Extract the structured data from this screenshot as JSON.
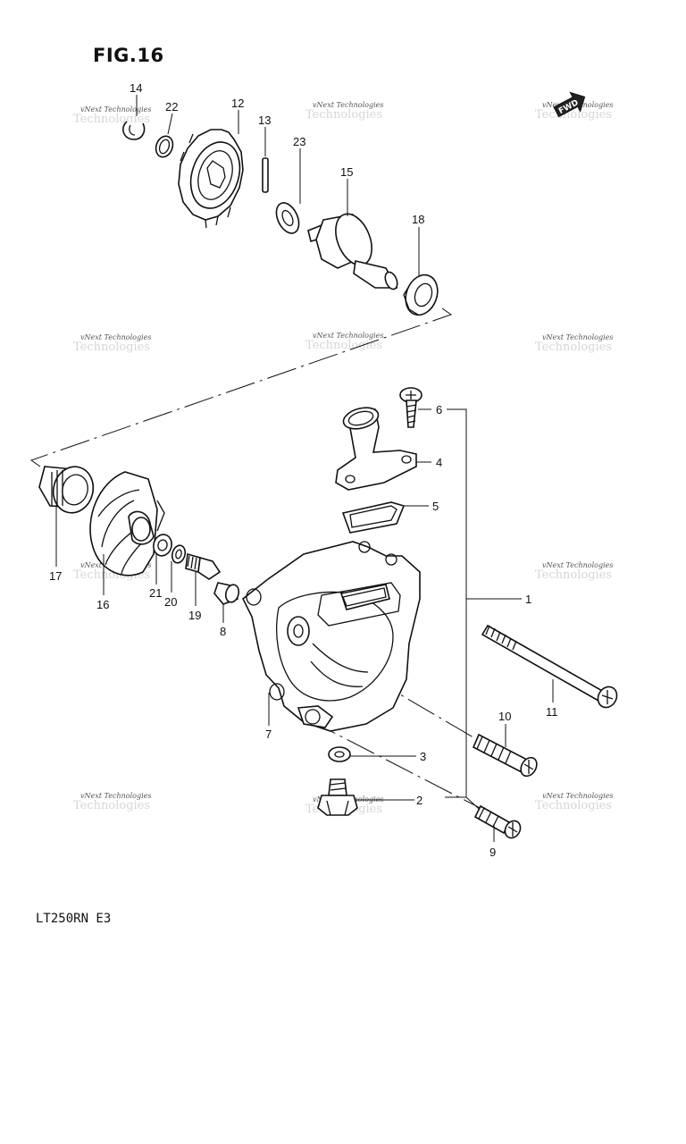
{
  "figure": {
    "title": "FIG.16",
    "model_code": "LT250RN E3",
    "fwd_mark": "FWD"
  },
  "watermark": {
    "line1": "vNext Technologies",
    "line2": "Technologies"
  },
  "callouts": [
    "1",
    "2",
    "3",
    "4",
    "5",
    "6",
    "7",
    "8",
    "9",
    "10",
    "11",
    "12",
    "13",
    "14",
    "15",
    "16",
    "17",
    "18",
    "19",
    "20",
    "21",
    "22",
    "23"
  ]
}
